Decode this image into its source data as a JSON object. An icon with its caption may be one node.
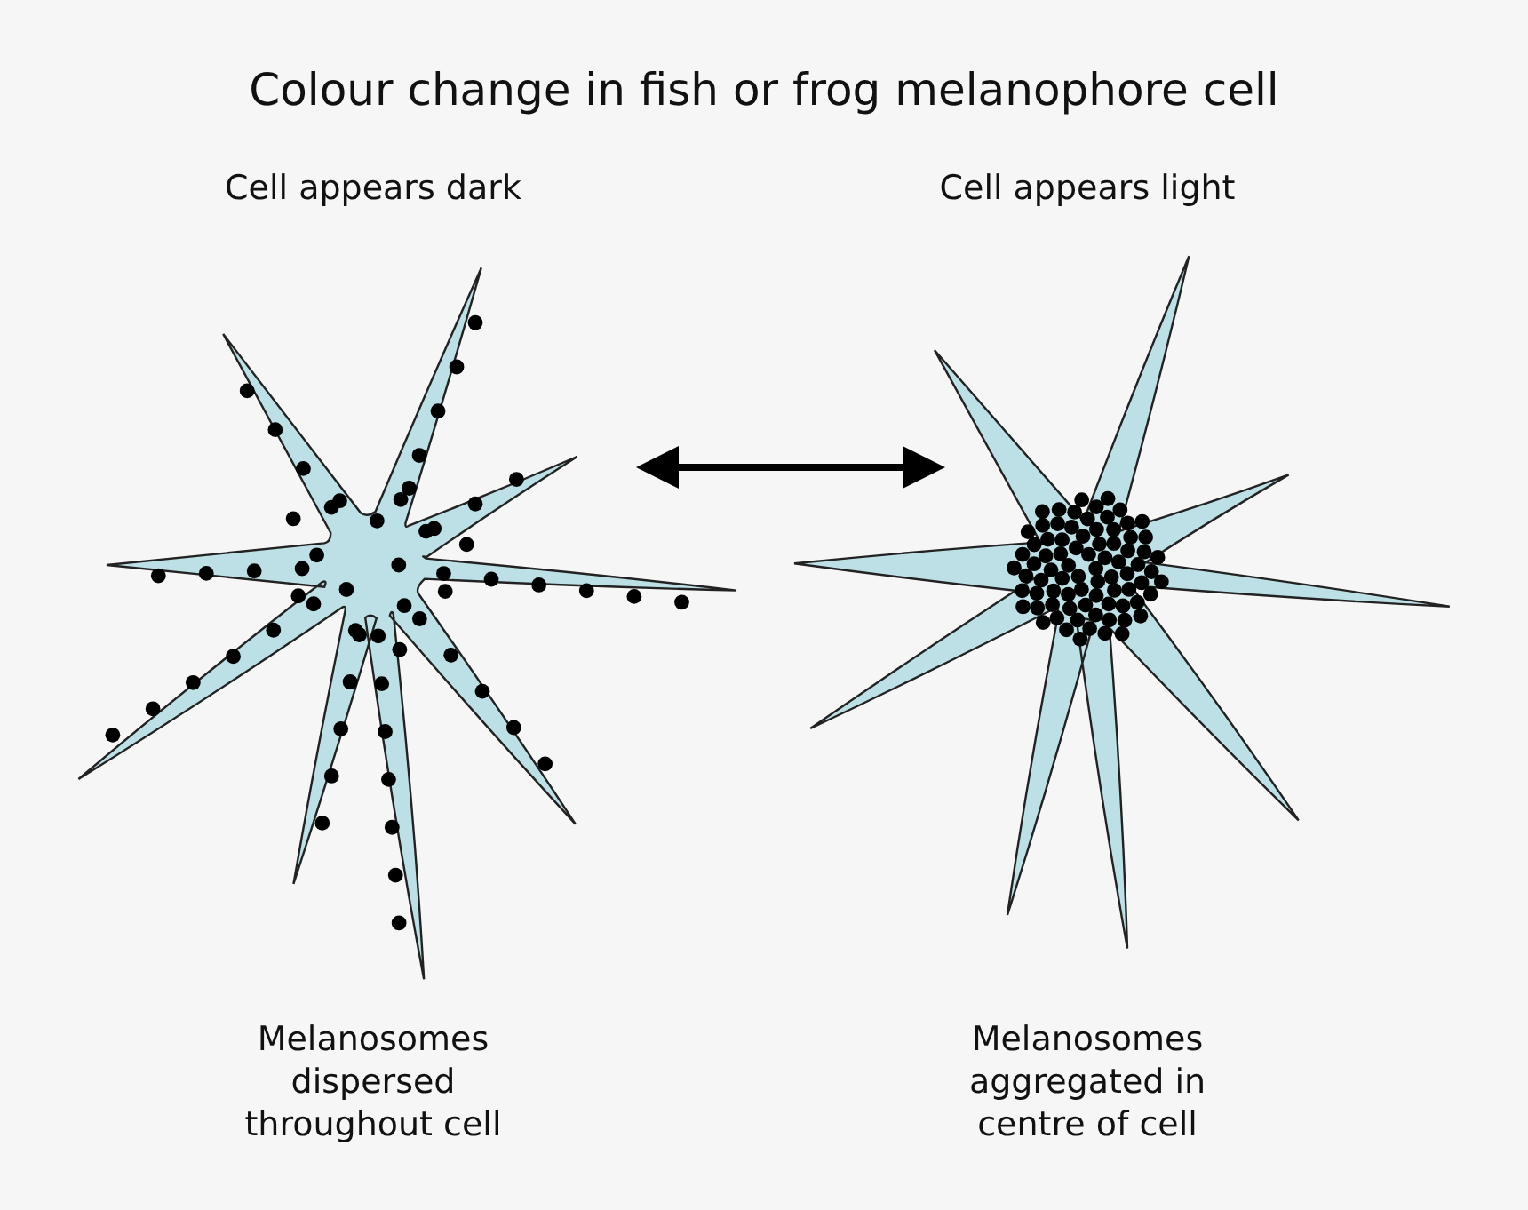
{
  "diagram": {
    "title": "Colour change in fish or frog melanophore cell",
    "nodes": [
      {
        "text": [
          "Cell appears dark"
        ],
        "beside": [
          "Melanosomes dispersed throughout cell"
        ]
      },
      {
        "text": [
          "Cell appears light"
        ],
        "beside": [
          "Melanosomes aggregated in centre of cell"
        ]
      }
    ],
    "edges": [
      {
        "from": 0,
        "to": 1,
        "arrow": "both"
      }
    ]
  }
}
